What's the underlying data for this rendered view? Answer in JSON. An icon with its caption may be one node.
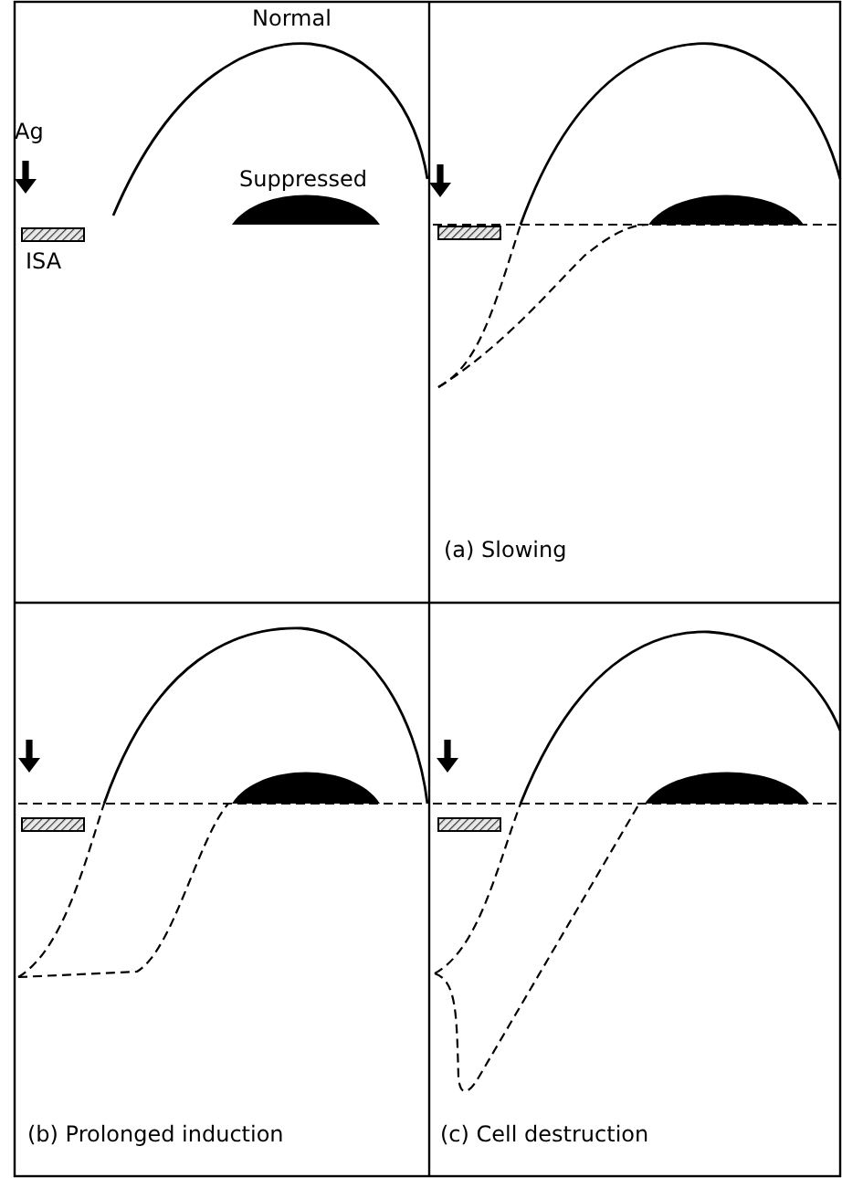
{
  "diagram": {
    "labels": [
      "Normal",
      "Ag",
      "Suppressed",
      "ISA",
      "(a) Slowing",
      "(b) Prolonged induction",
      "(c) Cell destruction"
    ]
  }
}
